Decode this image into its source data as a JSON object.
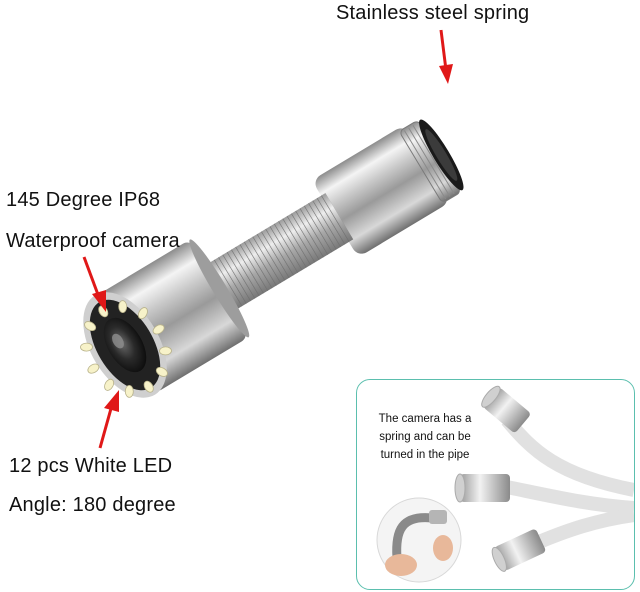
{
  "labels": {
    "spring": "Stainless steel spring",
    "camera_line1": "145 Degree IP68",
    "camera_line2": "Waterproof camera",
    "led_line1": "12 pcs White LED",
    "led_line2": "Angle: 180 degree"
  },
  "inset": {
    "line1": "The camera has a",
    "line2": "spring and can be",
    "line3": "turned in the pipe"
  },
  "colors": {
    "arrow": "#e01818",
    "inset_border": "#5bbfae"
  }
}
